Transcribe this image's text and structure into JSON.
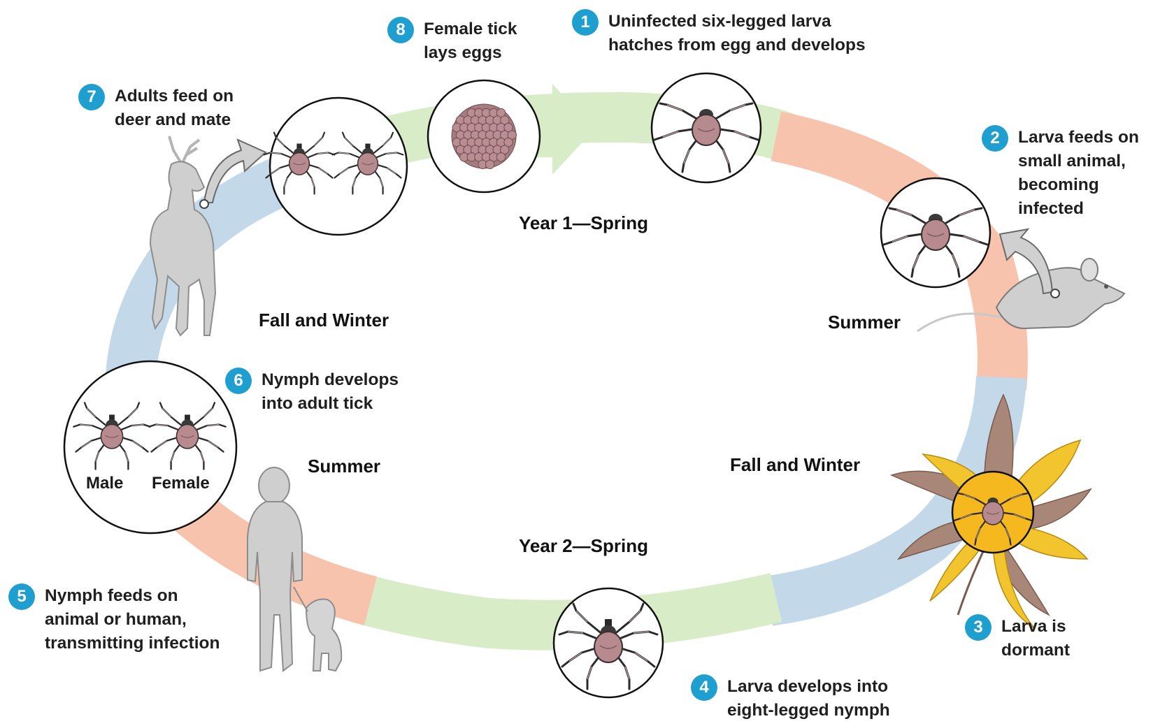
{
  "steps": [
    {
      "num": "1",
      "text": "Uninfected six-legged larva\nhatches from egg and develops"
    },
    {
      "num": "2",
      "text": "Larva feeds on\nsmall animal,\nbecoming\ninfected"
    },
    {
      "num": "3",
      "text": "Larva is\ndormant"
    },
    {
      "num": "4",
      "text": "Larva develops into\neight-legged nymph"
    },
    {
      "num": "5",
      "text": "Nymph feeds on\nanimal or human,\ntransmitting infection"
    },
    {
      "num": "6",
      "text": "Nymph develops\ninto adult tick"
    },
    {
      "num": "7",
      "text": "Adults feed on\ndeer and mate"
    },
    {
      "num": "8",
      "text": "Female tick\nlays eggs"
    }
  ],
  "seasons": {
    "year1_spring": "Year 1—Spring",
    "summer_1": "Summer",
    "fall_winter_1": "Fall and Winter",
    "year2_spring": "Year 2—Spring",
    "summer_2": "Summer",
    "fall_winter_2": "Fall and Winter"
  },
  "adult_labels": {
    "male": "Male",
    "female": "Female"
  },
  "colors": {
    "badge": "#1e9fd0",
    "spring_band": "#d8ecc8",
    "summer_band": "#f7c3ad",
    "fall_winter_band": "#c3d9ea",
    "tick_body": "#b68a8e",
    "tick_dark": "#2a2a2a",
    "animal_gray": "#c7c7c7",
    "leaf_brown": "#a88779",
    "leaf_yellow": "#f2c52e"
  }
}
